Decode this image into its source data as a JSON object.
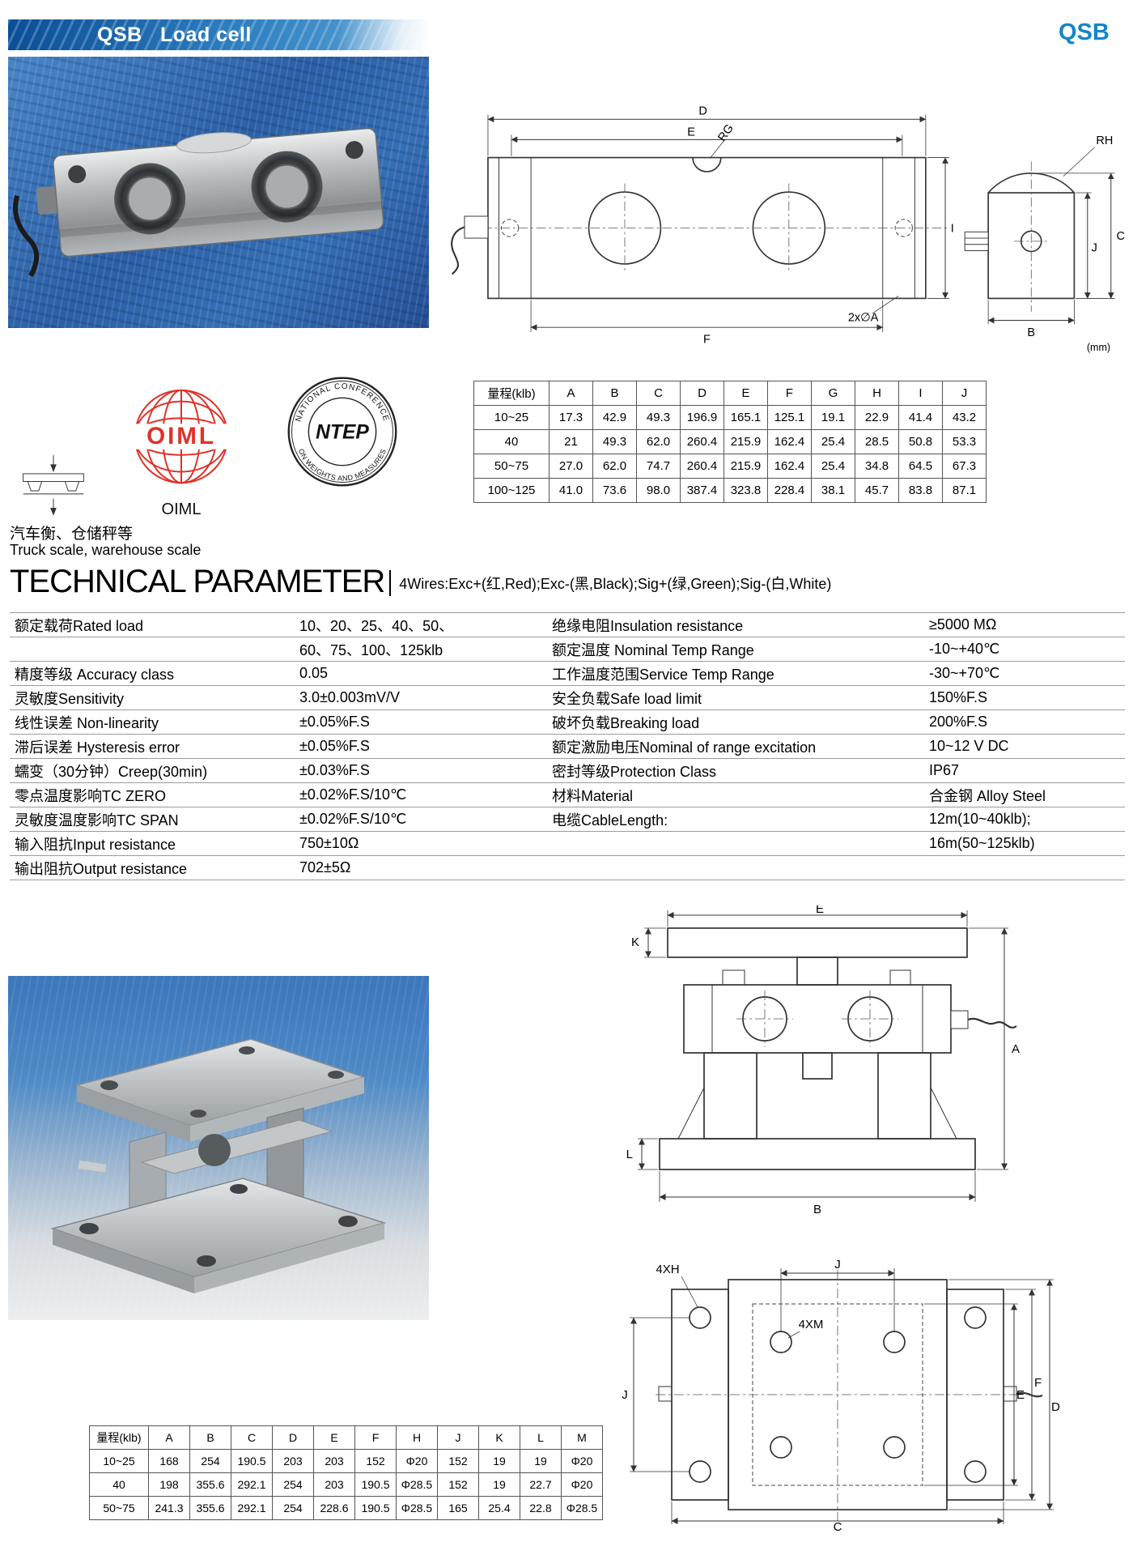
{
  "header": {
    "band_title": "QSB   Load cell",
    "corner_code": "QSB"
  },
  "certs": {
    "oiml_logo_text": "OIML",
    "oiml_caption": "OIML",
    "ntep_arc_top": "NATIONAL CONFERENCE",
    "ntep_arc_bottom": "ON WEIGHTS AND MEASURES",
    "ntep_center": "NTEP"
  },
  "applications": {
    "cn": "汽车衡、仓储秤等",
    "en": "Truck scale, warehouse scale"
  },
  "section": {
    "title": "TECHNICAL PARAMETER",
    "wires_note": "4Wires:Exc+(红,Red);Exc-(黑,Black);Sig+(绿,Green);Sig-(白,White)"
  },
  "dim_table1": {
    "headers": [
      "量程(klb)",
      "A",
      "B",
      "C",
      "D",
      "E",
      "F",
      "G",
      "H",
      "I",
      "J"
    ],
    "rows": [
      [
        "10~25",
        "17.3",
        "42.9",
        "49.3",
        "196.9",
        "165.1",
        "125.1",
        "19.1",
        "22.9",
        "41.4",
        "43.2"
      ],
      [
        "40",
        "21",
        "49.3",
        "62.0",
        "260.4",
        "215.9",
        "162.4",
        "25.4",
        "28.5",
        "50.8",
        "53.3"
      ],
      [
        "50~75",
        "27.0",
        "62.0",
        "74.7",
        "260.4",
        "215.9",
        "162.4",
        "25.4",
        "34.8",
        "64.5",
        "67.3"
      ],
      [
        "100~125",
        "41.0",
        "73.6",
        "98.0",
        "387.4",
        "323.8",
        "228.4",
        "38.1",
        "45.7",
        "83.8",
        "87.1"
      ]
    ]
  },
  "param_table": {
    "rows": [
      [
        "额定载荷Rated load",
        "10、20、25、40、50、",
        "绝缘电阻Insulation resistance",
        "≥5000 MΩ"
      ],
      [
        "",
        "60、75、100、125klb",
        "额定温度 Nominal Temp Range",
        "-10~+40℃"
      ],
      [
        "精度等级 Accuracy class",
        "0.05",
        "工作温度范围Service Temp Range",
        "-30~+70℃"
      ],
      [
        "灵敏度Sensitivity",
        "3.0±0.003mV/V",
        "安全负载Safe load limit",
        "150%F.S"
      ],
      [
        "线性误差 Non-linearity",
        "±0.05%F.S",
        "破坏负载Breaking load",
        "200%F.S"
      ],
      [
        "滞后误差 Hysteresis error",
        "±0.05%F.S",
        "额定激励电压Nominal of range excitation",
        "10~12 V DC"
      ],
      [
        "蠕变（30分钟）Creep(30min)",
        "±0.03%F.S",
        "密封等级Protection Class",
        "IP67"
      ],
      [
        "零点温度影响TC ZERO",
        "±0.02%F.S/10℃",
        "材料Material",
        "合金钢 Alloy Steel"
      ],
      [
        "灵敏度温度影响TC SPAN",
        "±0.02%F.S/10℃",
        "电缆CableLength:",
        "12m(10~40klb);"
      ],
      [
        "输入阻抗Input resistance",
        "750±10Ω",
        "",
        "16m(50~125klb)"
      ],
      [
        "输出阻抗Output resistance",
        "702±5Ω",
        "",
        ""
      ]
    ]
  },
  "dim_table2": {
    "headers": [
      "量程(klb)",
      "A",
      "B",
      "C",
      "D",
      "E",
      "F",
      "H",
      "J",
      "K",
      "L",
      "M"
    ],
    "rows": [
      [
        "10~25",
        "168",
        "254",
        "190.5",
        "203",
        "203",
        "152",
        "Φ20",
        "152",
        "19",
        "19",
        "Φ20"
      ],
      [
        "40",
        "198",
        "355.6",
        "292.1",
        "254",
        "203",
        "190.5",
        "Φ28.5",
        "152",
        "19",
        "22.7",
        "Φ20"
      ],
      [
        "50~75",
        "241.3",
        "355.6",
        "292.1",
        "254",
        "228.6",
        "190.5",
        "Φ28.5",
        "165",
        "25.4",
        "22.8",
        "Φ28.5"
      ]
    ]
  },
  "drawings": {
    "front": {
      "D": "D",
      "E": "E",
      "RG": "RG",
      "I": "I",
      "F": "F",
      "holes": "2x∅A"
    },
    "side": {
      "RH": "RH",
      "J": "J",
      "C": "C",
      "B": "B",
      "units": "(mm)"
    },
    "assembly": {
      "E": "E",
      "K": "K",
      "A": "A",
      "L": "L",
      "B": "B"
    },
    "plan": {
      "J_top": "J",
      "holes_outer": "4XH",
      "holes_inner": "4XM",
      "J_left": "J",
      "E": "E",
      "F": "F",
      "D": "D",
      "C": "C"
    }
  }
}
